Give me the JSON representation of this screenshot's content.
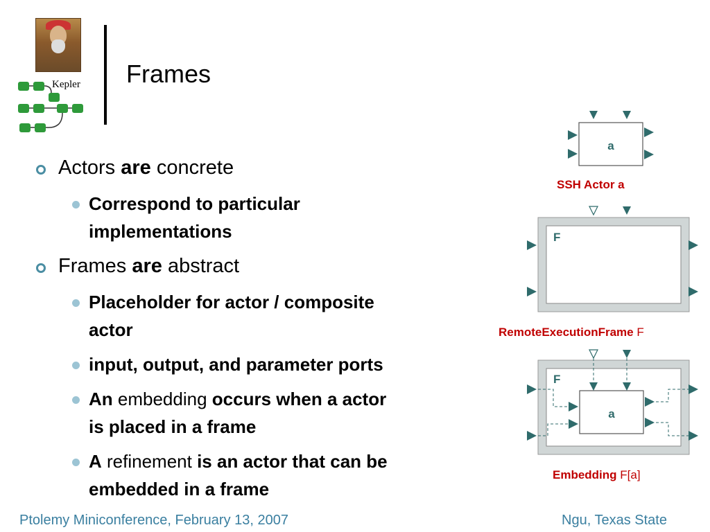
{
  "logo": {
    "text": "Kepler",
    "portrait_icon": "portrait-icon",
    "workflow_icon": "workflow-nodes-icon",
    "node_color": "#2e9a3a"
  },
  "title": "Frames",
  "bullets": [
    {
      "parts": [
        "Actors ",
        "are",
        " concrete"
      ]
    },
    {
      "text_lines": [
        "Correspond to particular",
        "implementations"
      ]
    },
    {
      "parts": [
        "Frames ",
        "are",
        " abstract"
      ]
    },
    {
      "text_lines": [
        "Placeholder for actor / composite",
        "actor"
      ]
    },
    {
      "text_lines": [
        "input, output, and parameter ports"
      ]
    },
    {
      "parts": [
        "An",
        " embedding ",
        "occurs when a actor"
      ],
      "line2": "is placed in a frame"
    },
    {
      "parts": [
        "A",
        " refinement ",
        "is an actor that can be"
      ],
      "line2": "embedded in a frame"
    }
  ],
  "diagram": {
    "actor_letter": "a",
    "frame_letter": "F",
    "label1": "SSH Actor a",
    "label2_bold": "RemoteExecutionFrame",
    "label2_rest": " F",
    "label3_bold": "Embedding",
    "label3_rest": " F[a]",
    "port_color": "#2f6b6b",
    "frame_color": "#d0d6d6",
    "label_color": "#c00000"
  },
  "footer": {
    "left": "Ptolemy Miniconference, February 13, 2007",
    "right": "Ngu, Texas State",
    "color": "#3a7fa0"
  }
}
